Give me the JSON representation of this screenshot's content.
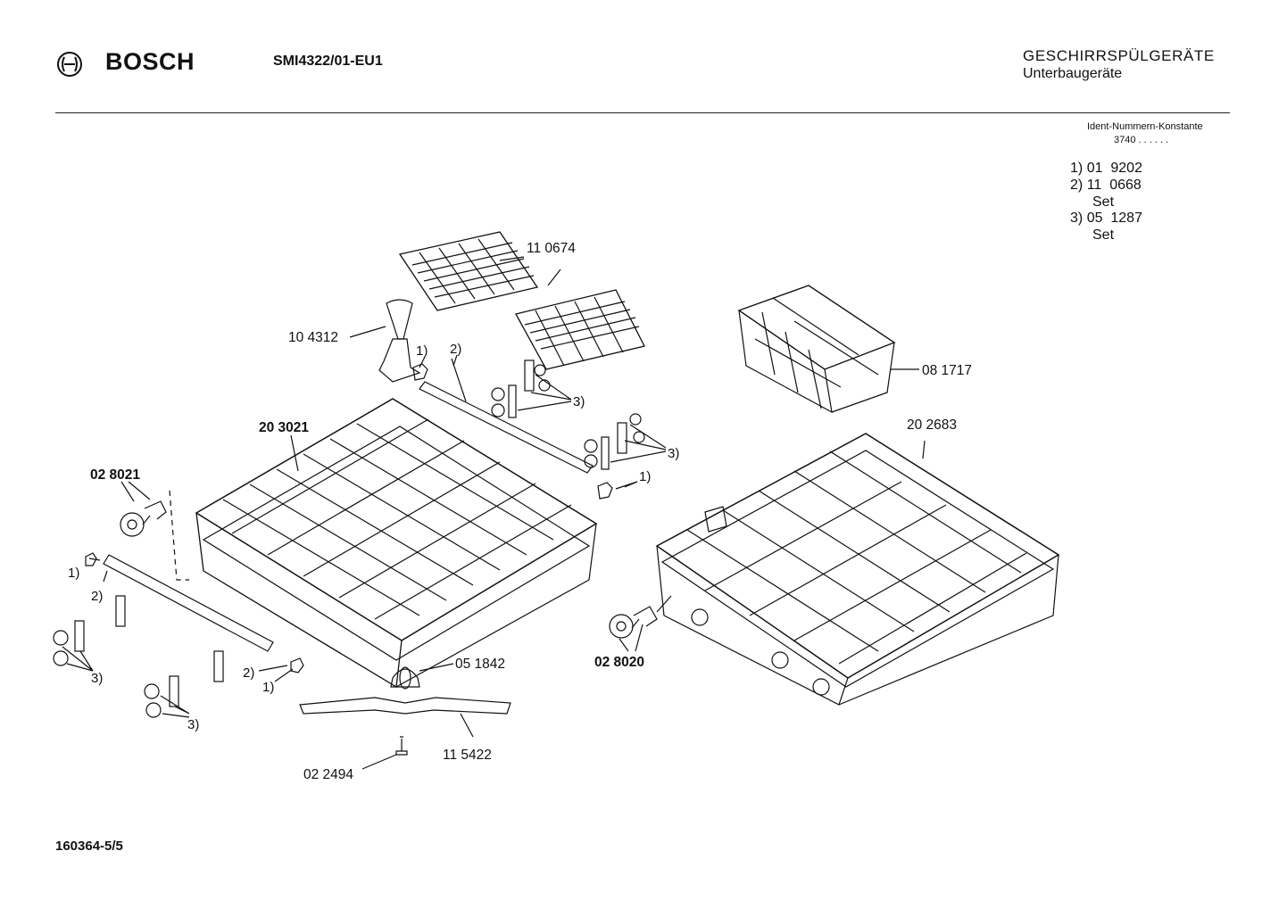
{
  "header": {
    "brand": "BOSCH",
    "model": "SMI4322/01-EU1",
    "category": "GESCHIRRSPÜLGERÄTE",
    "subcategory": "Unterbaugeräte"
  },
  "ident": {
    "title": "Ident-Nummern-Konstante",
    "constant": "3740  . .   . . . ."
  },
  "legend": [
    {
      "key": "1)",
      "number": "01  9202",
      "note": ""
    },
    {
      "key": "2)",
      "number": "11  0668",
      "note": "Set"
    },
    {
      "key": "3)",
      "number": "05  1287",
      "note": "Set"
    }
  ],
  "parts": {
    "p110674": "11 0674",
    "p104312": "10 4312",
    "p203021": "20 3021",
    "p028021": "02 8021",
    "p081717": "08 1717",
    "p202683": "20 2683",
    "p051842": "05 1842",
    "p028020": "02 8020",
    "p115422": "11 5422",
    "p022494": "02 2494"
  },
  "notes": {
    "n1": "1)",
    "n2": "2)",
    "n3": "3)"
  },
  "footer": "160364-5/5"
}
